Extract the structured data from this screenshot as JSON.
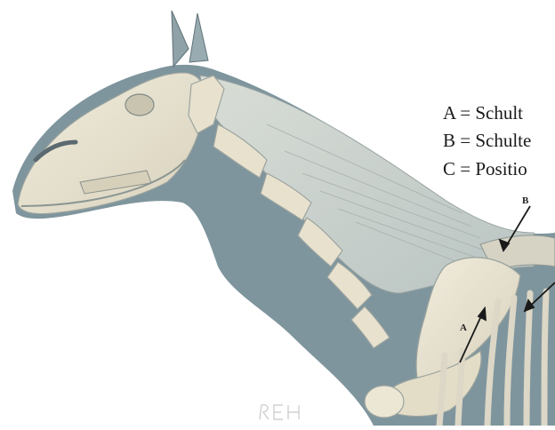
{
  "legend": [
    "A = Schult",
    "B = Schulte",
    "C = Positio"
  ],
  "markers": {
    "a": "A",
    "b": "B"
  },
  "signature": "REH",
  "colors": {
    "background": "#ffffff",
    "body_shadow": "#7f959d",
    "bone": "#e9e4d2",
    "muscle": "#cfd5cf",
    "text": "#1b1b1b"
  }
}
